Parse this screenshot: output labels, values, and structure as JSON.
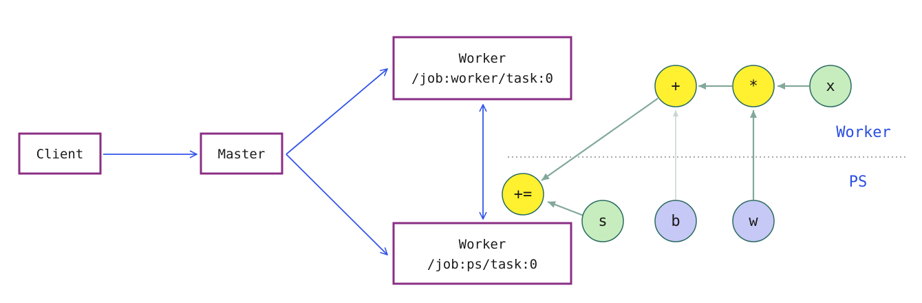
{
  "boxes": {
    "client": {
      "line1": "Client"
    },
    "master": {
      "line1": "Master"
    },
    "worker_top": {
      "line1": "Worker",
      "line2": "/job:worker/task:0"
    },
    "worker_bottom": {
      "line1": "Worker",
      "line2": "/job:ps/task:0"
    }
  },
  "nodes": {
    "plus": "+",
    "mul": "*",
    "x": "x",
    "assign_add": "+=",
    "s": "s",
    "b": "b",
    "w": "w"
  },
  "regions": {
    "worker": "Worker",
    "ps": "PS"
  },
  "colors": {
    "box_border": "#8a2e84",
    "blue_arrow": "#3355e8",
    "green_edge": "#82a89a",
    "op_fill": "#fff030",
    "green_fill": "#c7edbe",
    "purple_fill": "#c6c8f5",
    "region_label": "#2a4ee0"
  }
}
